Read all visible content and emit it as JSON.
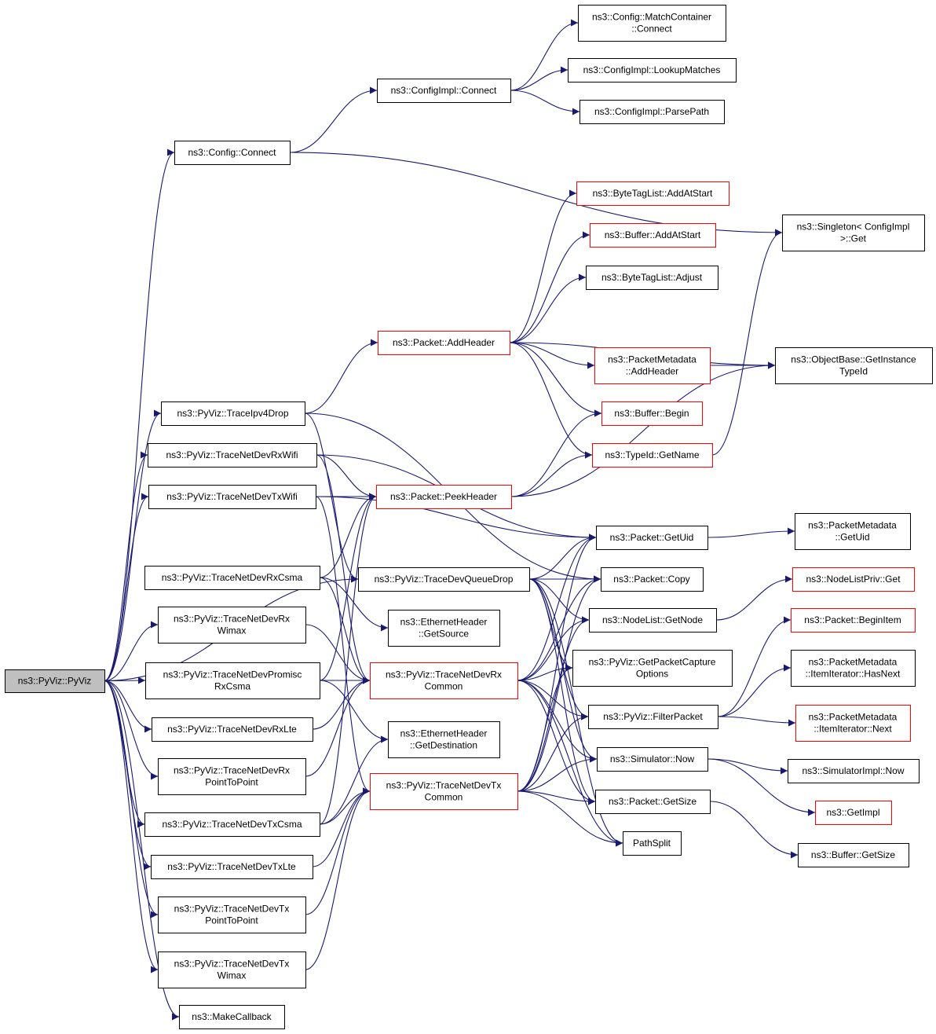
{
  "nodes": [
    {
      "id": "root",
      "lines": [
        "ns3::PyViz::PyViz"
      ],
      "border": "gray"
    },
    {
      "id": "config_connect",
      "lines": [
        "ns3::Config::Connect"
      ],
      "border": "black"
    },
    {
      "id": "configimpl_connect",
      "lines": [
        "ns3::ConfigImpl::Connect"
      ],
      "border": "black"
    },
    {
      "id": "matchcontainer_connect",
      "lines": [
        "ns3::Config::MatchContainer",
        "::Connect"
      ],
      "border": "black"
    },
    {
      "id": "lookupmatches",
      "lines": [
        "ns3::ConfigImpl::LookupMatches"
      ],
      "border": "black"
    },
    {
      "id": "parsepath",
      "lines": [
        "ns3::ConfigImpl::ParsePath"
      ],
      "border": "black"
    },
    {
      "id": "singleton_get",
      "lines": [
        "ns3::Singleton< ConfigImpl",
        " >::Get"
      ],
      "border": "black"
    },
    {
      "id": "bytetaglist_addatstart",
      "lines": [
        "ns3::ByteTagList::AddAtStart"
      ],
      "border": "red"
    },
    {
      "id": "buffer_addatstart",
      "lines": [
        "ns3::Buffer::AddAtStart"
      ],
      "border": "red"
    },
    {
      "id": "bytetaglist_adjust",
      "lines": [
        "ns3::ByteTagList::Adjust"
      ],
      "border": "black"
    },
    {
      "id": "packet_addheader",
      "lines": [
        "ns3::Packet::AddHeader"
      ],
      "border": "red"
    },
    {
      "id": "packetmetadata_addheader",
      "lines": [
        "ns3::PacketMetadata",
        "::AddHeader"
      ],
      "border": "red"
    },
    {
      "id": "objectbase_getinstancetypeid",
      "lines": [
        "ns3::ObjectBase::GetInstance",
        "TypeId"
      ],
      "border": "black"
    },
    {
      "id": "traceipv4drop",
      "lines": [
        "ns3::PyViz::TraceIpv4Drop"
      ],
      "border": "black"
    },
    {
      "id": "buffer_begin",
      "lines": [
        "ns3::Buffer::Begin"
      ],
      "border": "red"
    },
    {
      "id": "tracenetdevrxwifi",
      "lines": [
        "ns3::PyViz::TraceNetDevRxWifi"
      ],
      "border": "black"
    },
    {
      "id": "typeid_getname",
      "lines": [
        "ns3::TypeId::GetName"
      ],
      "border": "red"
    },
    {
      "id": "tracenetdevtxwifi",
      "lines": [
        "ns3::PyViz::TraceNetDevTxWifi"
      ],
      "border": "black"
    },
    {
      "id": "packet_peekheader",
      "lines": [
        "ns3::Packet::PeekHeader"
      ],
      "border": "red"
    },
    {
      "id": "packet_getuid",
      "lines": [
        "ns3::Packet::GetUid"
      ],
      "border": "black"
    },
    {
      "id": "packetmetadata_getuid",
      "lines": [
        "ns3::PacketMetadata",
        "::GetUid"
      ],
      "border": "black"
    },
    {
      "id": "tracenetdevrxcsma",
      "lines": [
        "ns3::PyViz::TraceNetDevRxCsma"
      ],
      "border": "black"
    },
    {
      "id": "tracedevqueuedrop",
      "lines": [
        "ns3::PyViz::TraceDevQueueDrop"
      ],
      "border": "black"
    },
    {
      "id": "packet_copy",
      "lines": [
        "ns3::Packet::Copy"
      ],
      "border": "black"
    },
    {
      "id": "nodelistpriv_get",
      "lines": [
        "ns3::NodeListPriv::Get"
      ],
      "border": "red"
    },
    {
      "id": "tracenetdevrxwimax",
      "lines": [
        "ns3::PyViz::TraceNetDevRx",
        "Wimax"
      ],
      "border": "black"
    },
    {
      "id": "ethernetheader_getsource",
      "lines": [
        "ns3::EthernetHeader",
        "::GetSource"
      ],
      "border": "black"
    },
    {
      "id": "nodelist_getnode",
      "lines": [
        "ns3::NodeList::GetNode"
      ],
      "border": "black"
    },
    {
      "id": "packet_beginitem",
      "lines": [
        "ns3::Packet::BeginItem"
      ],
      "border": "red"
    },
    {
      "id": "tracenetdevpromiscrxcsma",
      "lines": [
        "ns3::PyViz::TraceNetDevPromisc",
        "RxCsma"
      ],
      "border": "black"
    },
    {
      "id": "tracenetdevrxcommon",
      "lines": [
        "ns3::PyViz::TraceNetDevRx",
        "Common"
      ],
      "border": "red"
    },
    {
      "id": "getpacketcaptureoptions",
      "lines": [
        "ns3::PyViz::GetPacketCapture",
        "Options"
      ],
      "border": "black"
    },
    {
      "id": "itemiterator_hasnext",
      "lines": [
        "ns3::PacketMetadata",
        "::ItemIterator::HasNext"
      ],
      "border": "black"
    },
    {
      "id": "tracenetdevrxlte",
      "lines": [
        "ns3::PyViz::TraceNetDevRxLte"
      ],
      "border": "black"
    },
    {
      "id": "filterpacket",
      "lines": [
        "ns3::PyViz::FilterPacket"
      ],
      "border": "black"
    },
    {
      "id": "itemiterator_next",
      "lines": [
        "ns3::PacketMetadata",
        "::ItemIterator::Next"
      ],
      "border": "red"
    },
    {
      "id": "ethernetheader_getdestination",
      "lines": [
        "ns3::EthernetHeader",
        "::GetDestination"
      ],
      "border": "black"
    },
    {
      "id": "tracenetdevrxp2p",
      "lines": [
        "ns3::PyViz::TraceNetDevRx",
        "PointToPoint"
      ],
      "border": "black"
    },
    {
      "id": "simulator_now",
      "lines": [
        "ns3::Simulator::Now"
      ],
      "border": "black"
    },
    {
      "id": "simulatorimpl_now",
      "lines": [
        "ns3::SimulatorImpl::Now"
      ],
      "border": "black"
    },
    {
      "id": "tracenetdevtxcommon",
      "lines": [
        "ns3::PyViz::TraceNetDevTx",
        "Common"
      ],
      "border": "red"
    },
    {
      "id": "getimpl",
      "lines": [
        "ns3::GetImpl"
      ],
      "border": "red"
    },
    {
      "id": "packet_getsize",
      "lines": [
        "ns3::Packet::GetSize"
      ],
      "border": "black"
    },
    {
      "id": "tracenetdevtxcsma",
      "lines": [
        "ns3::PyViz::TraceNetDevTxCsma"
      ],
      "border": "black"
    },
    {
      "id": "pathsplit",
      "lines": [
        "PathSplit"
      ],
      "border": "black"
    },
    {
      "id": "buffer_getsize",
      "lines": [
        "ns3::Buffer::GetSize"
      ],
      "border": "black"
    },
    {
      "id": "tracenetdevtxlte",
      "lines": [
        "ns3::PyViz::TraceNetDevTxLte"
      ],
      "border": "black"
    },
    {
      "id": "tracenetdevtxp2p",
      "lines": [
        "ns3::PyViz::TraceNetDevTx",
        "PointToPoint"
      ],
      "border": "black"
    },
    {
      "id": "tracenetdevtxwimax",
      "lines": [
        "ns3::PyViz::TraceNetDevTx",
        "Wimax"
      ],
      "border": "black"
    },
    {
      "id": "makecallback",
      "lines": [
        "ns3::MakeCallback"
      ],
      "border": "black"
    }
  ],
  "edges": [
    [
      "root",
      "config_connect"
    ],
    [
      "root",
      "traceipv4drop"
    ],
    [
      "root",
      "tracenetdevrxwifi"
    ],
    [
      "root",
      "tracenetdevtxwifi"
    ],
    [
      "root",
      "tracedevqueuedrop"
    ],
    [
      "root",
      "tracenetdevrxwimax"
    ],
    [
      "root",
      "tracenetdevpromiscrxcsma"
    ],
    [
      "root",
      "tracenetdevrxlte"
    ],
    [
      "root",
      "tracenetdevrxp2p"
    ],
    [
      "root",
      "tracenetdevtxcsma"
    ],
    [
      "root",
      "tracenetdevtxlte"
    ],
    [
      "root",
      "tracenetdevtxp2p"
    ],
    [
      "root",
      "tracenetdevtxwimax"
    ],
    [
      "root",
      "makecallback"
    ],
    [
      "config_connect",
      "configimpl_connect"
    ],
    [
      "config_connect",
      "singleton_get"
    ],
    [
      "configimpl_connect",
      "matchcontainer_connect"
    ],
    [
      "configimpl_connect",
      "lookupmatches"
    ],
    [
      "configimpl_connect",
      "parsepath"
    ],
    [
      "packet_addheader",
      "bytetaglist_addatstart"
    ],
    [
      "packet_addheader",
      "buffer_addatstart"
    ],
    [
      "packet_addheader",
      "bytetaglist_adjust"
    ],
    [
      "packet_addheader",
      "packetmetadata_addheader"
    ],
    [
      "packet_addheader",
      "objectbase_getinstancetypeid"
    ],
    [
      "packet_addheader",
      "buffer_begin"
    ],
    [
      "packet_addheader",
      "typeid_getname"
    ],
    [
      "packetmetadata_addheader",
      "objectbase_getinstancetypeid"
    ],
    [
      "typeid_getname",
      "singleton_get"
    ],
    [
      "traceipv4drop",
      "packet_addheader"
    ],
    [
      "traceipv4drop",
      "packet_copy"
    ],
    [
      "traceipv4drop",
      "tracedevqueuedrop"
    ],
    [
      "tracenetdevrxwifi",
      "packet_peekheader"
    ],
    [
      "tracenetdevrxwifi",
      "packet_getuid"
    ],
    [
      "tracenetdevrxwifi",
      "tracenetdevrxcommon"
    ],
    [
      "tracenetdevtxwifi",
      "packet_peekheader"
    ],
    [
      "tracenetdevtxwifi",
      "packet_getuid"
    ],
    [
      "tracenetdevtxwifi",
      "tracenetdevtxcommon"
    ],
    [
      "packet_peekheader",
      "buffer_begin"
    ],
    [
      "packet_peekheader",
      "typeid_getname"
    ],
    [
      "packet_peekheader",
      "objectbase_getinstancetypeid"
    ],
    [
      "packet_getuid",
      "packetmetadata_getuid"
    ],
    [
      "tracenetdevrxcsma",
      "packet_peekheader"
    ],
    [
      "tracenetdevrxcsma",
      "ethernetheader_getsource"
    ],
    [
      "tracenetdevrxcsma",
      "tracenetdevrxcommon"
    ],
    [
      "tracedevqueuedrop",
      "packet_getuid"
    ],
    [
      "tracedevqueuedrop",
      "packet_copy"
    ],
    [
      "tracedevqueuedrop",
      "nodelist_getnode"
    ],
    [
      "tracedevqueuedrop",
      "filterpacket"
    ],
    [
      "tracedevqueuedrop",
      "simulator_now"
    ],
    [
      "tracedevqueuedrop",
      "packet_getsize"
    ],
    [
      "tracedevqueuedrop",
      "pathsplit"
    ],
    [
      "tracedevqueuedrop",
      "getpacketcaptureoptions"
    ],
    [
      "nodelist_getnode",
      "nodelistpriv_get"
    ],
    [
      "tracenetdevrxwimax",
      "tracenetdevrxcommon"
    ],
    [
      "tracenetdevpromiscrxcsma",
      "packet_peekheader"
    ],
    [
      "tracenetdevpromiscrxcsma",
      "tracenetdevrxcommon"
    ],
    [
      "tracenetdevpromiscrxcsma",
      "ethernetheader_getdestination"
    ],
    [
      "tracenetdevrxcommon",
      "packet_getuid"
    ],
    [
      "tracenetdevrxcommon",
      "packet_copy"
    ],
    [
      "tracenetdevrxcommon",
      "nodelist_getnode"
    ],
    [
      "tracenetdevrxcommon",
      "getpacketcaptureoptions"
    ],
    [
      "tracenetdevrxcommon",
      "filterpacket"
    ],
    [
      "tracenetdevrxcommon",
      "simulator_now"
    ],
    [
      "tracenetdevrxcommon",
      "packet_getsize"
    ],
    [
      "tracenetdevrxcommon",
      "pathsplit"
    ],
    [
      "filterpacket",
      "packet_beginitem"
    ],
    [
      "filterpacket",
      "itemiterator_hasnext"
    ],
    [
      "filterpacket",
      "itemiterator_next"
    ],
    [
      "tracenetdevrxlte",
      "tracenetdevrxcommon"
    ],
    [
      "tracenetdevrxp2p",
      "tracenetdevrxcommon"
    ],
    [
      "simulator_now",
      "simulatorimpl_now"
    ],
    [
      "simulator_now",
      "getimpl"
    ],
    [
      "tracenetdevtxcommon",
      "packet_getuid"
    ],
    [
      "tracenetdevtxcommon",
      "packet_copy"
    ],
    [
      "tracenetdevtxcommon",
      "nodelist_getnode"
    ],
    [
      "tracenetdevtxcommon",
      "getpacketcaptureoptions"
    ],
    [
      "tracenetdevtxcommon",
      "filterpacket"
    ],
    [
      "tracenetdevtxcommon",
      "simulator_now"
    ],
    [
      "tracenetdevtxcommon",
      "packet_getsize"
    ],
    [
      "tracenetdevtxcommon",
      "pathsplit"
    ],
    [
      "packet_getsize",
      "buffer_getsize"
    ],
    [
      "tracenetdevtxcsma",
      "packet_peekheader"
    ],
    [
      "tracenetdevtxcsma",
      "ethernetheader_getdestination"
    ],
    [
      "tracenetdevtxcsma",
      "tracenetdevtxcommon"
    ],
    [
      "tracenetdevtxlte",
      "tracenetdevtxcommon"
    ],
    [
      "tracenetdevtxp2p",
      "tracenetdevtxcommon"
    ],
    [
      "tracenetdevtxwimax",
      "tracenetdevtxcommon"
    ]
  ]
}
